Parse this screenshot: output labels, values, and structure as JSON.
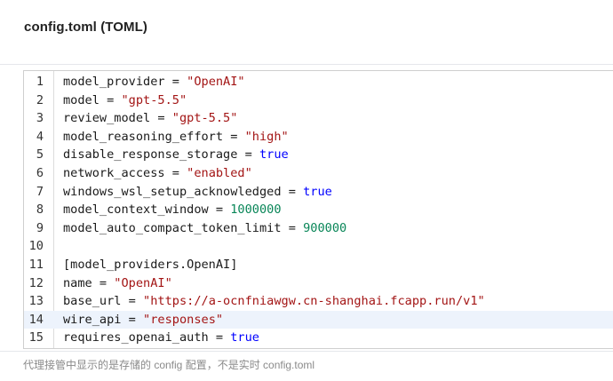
{
  "panel": {
    "title": "config.toml (TOML)",
    "hint": "代理接管中显示的是存储的 config 配置，不是实时 config.toml"
  },
  "colors": {
    "string": "#a31515",
    "boolean": "#0000ff",
    "number": "#098658",
    "active_line_bg": "#edf3fc"
  },
  "editor": {
    "active_line": 14,
    "lines": [
      {
        "n": "1",
        "key": "model_provider = ",
        "val": "\"OpenAI\"",
        "type": "str"
      },
      {
        "n": "2",
        "key": "model = ",
        "val": "\"gpt-5.5\"",
        "type": "str"
      },
      {
        "n": "3",
        "key": "review_model = ",
        "val": "\"gpt-5.5\"",
        "type": "str"
      },
      {
        "n": "4",
        "key": "model_reasoning_effort = ",
        "val": "\"high\"",
        "type": "str"
      },
      {
        "n": "5",
        "key": "disable_response_storage = ",
        "val": "true",
        "type": "bool"
      },
      {
        "n": "6",
        "key": "network_access = ",
        "val": "\"enabled\"",
        "type": "str"
      },
      {
        "n": "7",
        "key": "windows_wsl_setup_acknowledged = ",
        "val": "true",
        "type": "bool"
      },
      {
        "n": "8",
        "key": "model_context_window = ",
        "val": "1000000",
        "type": "num"
      },
      {
        "n": "9",
        "key": "model_auto_compact_token_limit = ",
        "val": "900000",
        "type": "num"
      },
      {
        "n": "10",
        "key": "",
        "val": "",
        "type": "str"
      },
      {
        "n": "11",
        "key": "[model_providers.OpenAI]",
        "val": "",
        "type": "str"
      },
      {
        "n": "12",
        "key": "name = ",
        "val": "\"OpenAI\"",
        "type": "str"
      },
      {
        "n": "13",
        "key": "base_url = ",
        "val": "\"https://a-ocnfniawgw.cn-shanghai.fcapp.run/v1\"",
        "type": "str"
      },
      {
        "n": "14",
        "key": "wire_api = ",
        "val": "\"responses\"",
        "type": "str"
      },
      {
        "n": "15",
        "key": "requires_openai_auth = ",
        "val": "true",
        "type": "bool"
      }
    ]
  }
}
